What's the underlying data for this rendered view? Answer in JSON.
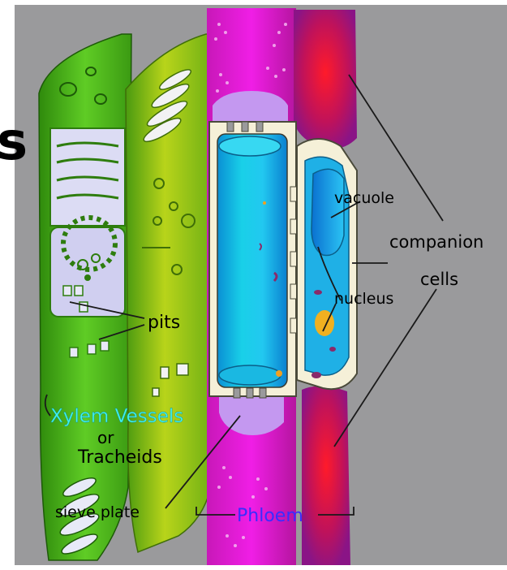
{
  "diagram": {
    "edge_letter": "s",
    "labels": {
      "vacuole": "vacuole",
      "companion": "companion",
      "cells": "cells",
      "nucleus": "nucleus",
      "pits": "pits",
      "xylem": "Xylem Vessels",
      "or": "or",
      "tracheids": "Tracheids",
      "sieve_plate": "sieve plate",
      "phloem": "Phloem"
    }
  },
  "colors": {
    "background": "#9a9a9c",
    "xylem_green": "#4fb81e",
    "xylem_dark": "#2e7d0e",
    "tracheid_yellow": "#c6d81a",
    "phloem_magenta": "#e01bd8",
    "companion_red": "#b0125e",
    "sieve_blue": "#12b6e6",
    "cell_wall": "#f5f0d8",
    "label_cyan": "#3ff4f0",
    "label_blue": "#3a2cff"
  }
}
